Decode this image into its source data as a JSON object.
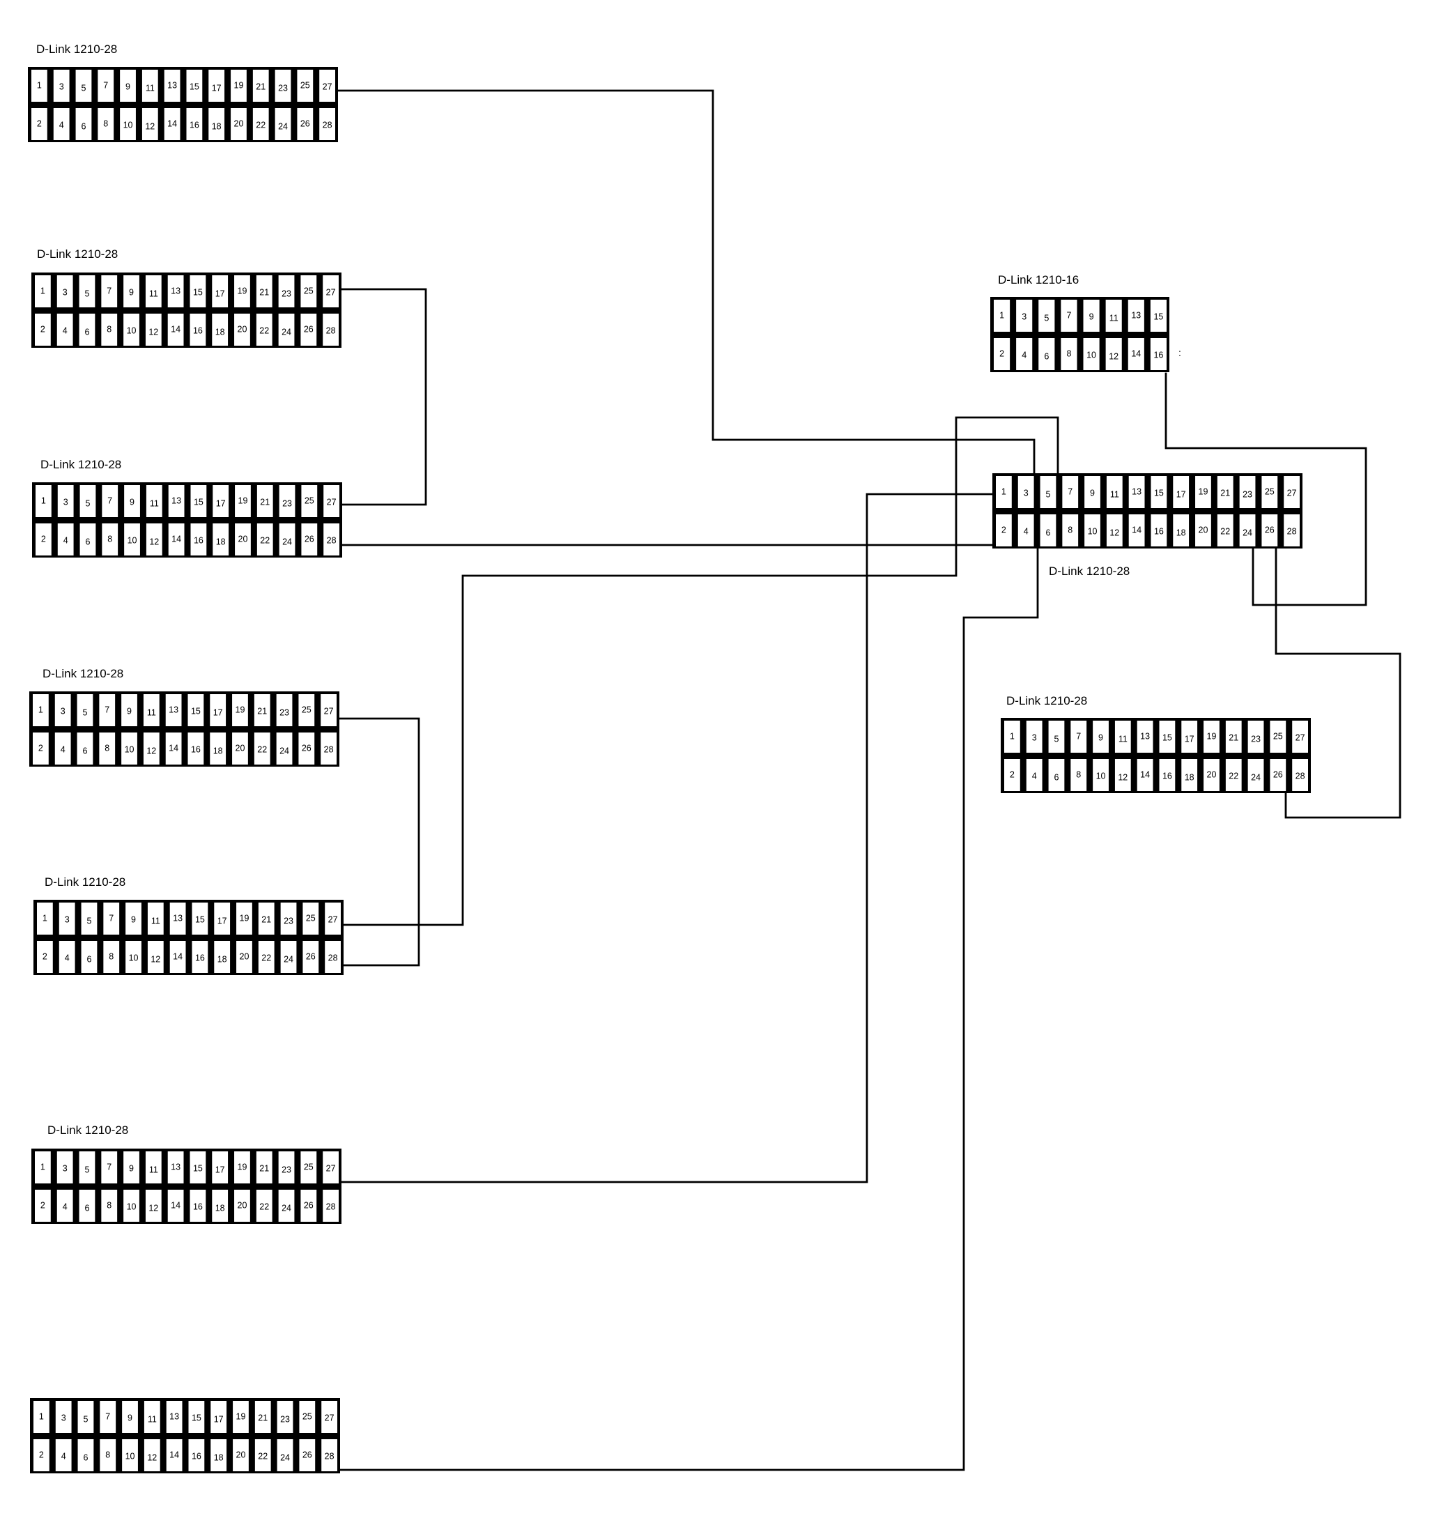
{
  "diagram": {
    "switches": [
      {
        "id": "sw-a",
        "label": "D-Link 1210-28",
        "ports_top": [
          "1",
          "3",
          "5",
          "7",
          "9",
          "11",
          "13",
          "15",
          "17",
          "19",
          "21",
          "23",
          "25",
          "27"
        ],
        "ports_bottom": [
          "2",
          "4",
          "6",
          "8",
          "10",
          "12",
          "14",
          "16",
          "18",
          "20",
          "22",
          "24",
          "26",
          "28"
        ]
      },
      {
        "id": "sw-b",
        "label": "D-Link 1210-28",
        "ports_top": [
          "1",
          "3",
          "5",
          "7",
          "9",
          "11",
          "13",
          "15",
          "17",
          "19",
          "21",
          "23",
          "25",
          "27"
        ],
        "ports_bottom": [
          "2",
          "4",
          "6",
          "8",
          "10",
          "12",
          "14",
          "16",
          "18",
          "20",
          "22",
          "24",
          "26",
          "28"
        ]
      },
      {
        "id": "sw-c",
        "label": "D-Link 1210-28",
        "ports_top": [
          "1",
          "3",
          "5",
          "7",
          "9",
          "11",
          "13",
          "15",
          "17",
          "19",
          "21",
          "23",
          "25",
          "27"
        ],
        "ports_bottom": [
          "2",
          "4",
          "6",
          "8",
          "10",
          "12",
          "14",
          "16",
          "18",
          "20",
          "22",
          "24",
          "26",
          "28"
        ]
      },
      {
        "id": "sw-d",
        "label": "D-Link 1210-28",
        "ports_top": [
          "1",
          "3",
          "5",
          "7",
          "9",
          "11",
          "13",
          "15",
          "17",
          "19",
          "21",
          "23",
          "25",
          "27"
        ],
        "ports_bottom": [
          "2",
          "4",
          "6",
          "8",
          "10",
          "12",
          "14",
          "16",
          "18",
          "20",
          "22",
          "24",
          "26",
          "28"
        ]
      },
      {
        "id": "sw-e",
        "label": "D-Link 1210-28",
        "ports_top": [
          "1",
          "3",
          "5",
          "7",
          "9",
          "11",
          "13",
          "15",
          "17",
          "19",
          "21",
          "23",
          "25",
          "27"
        ],
        "ports_bottom": [
          "2",
          "4",
          "6",
          "8",
          "10",
          "12",
          "14",
          "16",
          "18",
          "20",
          "22",
          "24",
          "26",
          "28"
        ]
      },
      {
        "id": "sw-f",
        "label": "D-Link 1210-28",
        "ports_top": [
          "1",
          "3",
          "5",
          "7",
          "9",
          "11",
          "13",
          "15",
          "17",
          "19",
          "21",
          "23",
          "25",
          "27"
        ],
        "ports_bottom": [
          "2",
          "4",
          "6",
          "8",
          "10",
          "12",
          "14",
          "16",
          "18",
          "20",
          "22",
          "24",
          "26",
          "28"
        ]
      },
      {
        "id": "sw-g",
        "label": "",
        "ports_top": [
          "1",
          "3",
          "5",
          "7",
          "9",
          "11",
          "13",
          "15",
          "17",
          "19",
          "21",
          "23",
          "25",
          "27"
        ],
        "ports_bottom": [
          "2",
          "4",
          "6",
          "8",
          "10",
          "12",
          "14",
          "16",
          "18",
          "20",
          "22",
          "24",
          "26",
          "28"
        ]
      },
      {
        "id": "sw-16",
        "label": "D-Link 1210-16",
        "ports_top": [
          "1",
          "3",
          "5",
          "7",
          "9",
          "11",
          "13",
          "15"
        ],
        "ports_bottom": [
          "2",
          "4",
          "6",
          "8",
          "10",
          "12",
          "14",
          "16"
        ]
      },
      {
        "id": "sw-core",
        "label": "D-Link 1210-28",
        "ports_top": [
          "1",
          "3",
          "5",
          "7",
          "9",
          "11",
          "13",
          "15",
          "17",
          "19",
          "21",
          "23",
          "25",
          "27"
        ],
        "ports_bottom": [
          "2",
          "4",
          "6",
          "8",
          "10",
          "12",
          "14",
          "16",
          "18",
          "20",
          "22",
          "24",
          "26",
          "28"
        ]
      },
      {
        "id": "sw-r",
        "label": "D-Link 1210-28",
        "ports_top": [
          "1",
          "3",
          "5",
          "7",
          "9",
          "11",
          "13",
          "15",
          "17",
          "19",
          "21",
          "23",
          "25",
          "27"
        ],
        "ports_bottom": [
          "2",
          "4",
          "6",
          "8",
          "10",
          "12",
          "14",
          "16",
          "18",
          "20",
          "22",
          "24",
          "26",
          "28"
        ]
      }
    ],
    "stray_mark": ":"
  }
}
